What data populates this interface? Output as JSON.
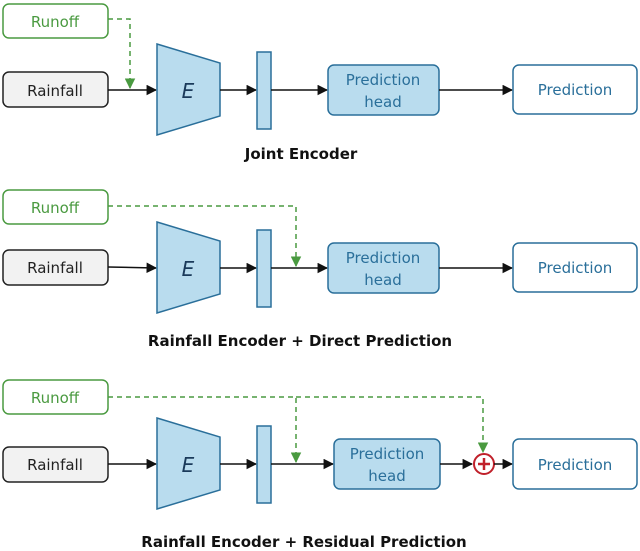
{
  "colors": {
    "runoff": "#4a9a40",
    "encoder_fill": "#b9dcee",
    "encoder_stroke": "#2a6f9a",
    "prediction_text": "#2a6f9a",
    "rainfall_fill": "#f2f2f2",
    "residual_sum": "#c0202a",
    "arrow": "#111111"
  },
  "icons": {
    "encoder": "trapezoid-encoder",
    "sum": "circled-plus-icon"
  },
  "panels": [
    {
      "runoff_label": "Runoff",
      "rainfall_label": "Rainfall",
      "encoder_label": "E",
      "head_label_line1": "Prediction",
      "head_label_line2": "head",
      "prediction_label": "Prediction",
      "caption": "Joint Encoder"
    },
    {
      "runoff_label": "Runoff",
      "rainfall_label": "Rainfall",
      "encoder_label": "E",
      "head_label_line1": "Prediction",
      "head_label_line2": "head",
      "prediction_label": "Prediction",
      "caption": "Rainfall Encoder + Direct Prediction"
    },
    {
      "runoff_label": "Runoff",
      "rainfall_label": "Rainfall",
      "encoder_label": "E",
      "head_label_line1": "Prediction",
      "head_label_line2": "head",
      "prediction_label": "Prediction",
      "caption": "Rainfall Encoder + Residual Prediction"
    }
  ]
}
